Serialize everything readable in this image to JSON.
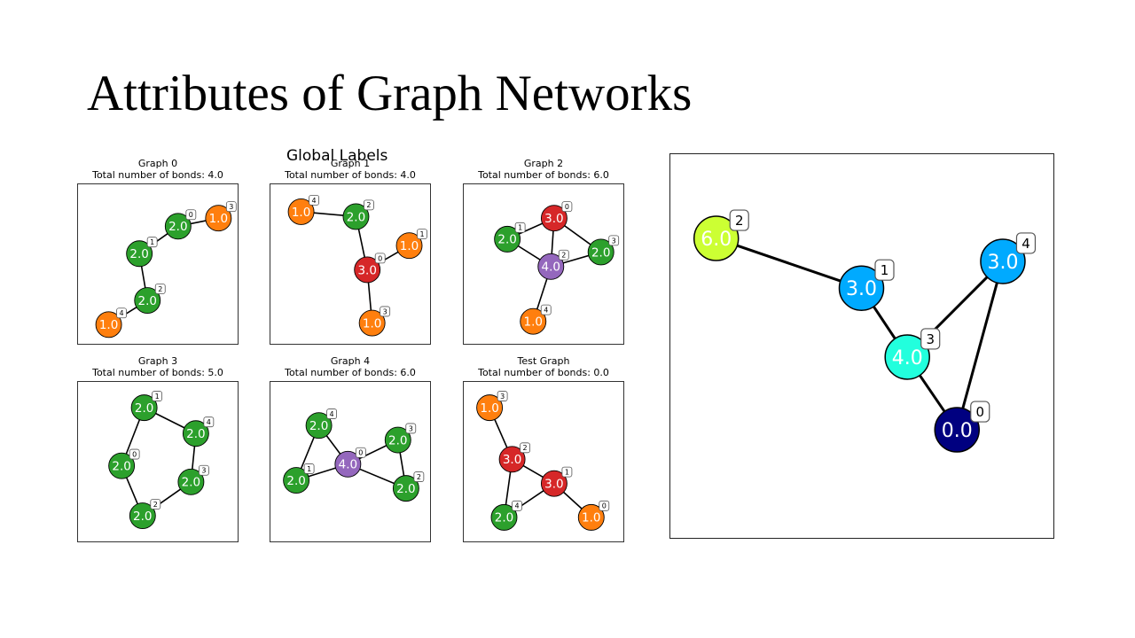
{
  "slide": {
    "title": "Attributes of Graph Networks",
    "global_labels_heading": "Global Labels"
  },
  "colors": {
    "1.0": "#ff7f0e",
    "2.0": "#2ca02c",
    "3.0": "#d62728",
    "4.0": "#9467bd",
    "edge": "#000000",
    "index_box_border": "#555555"
  },
  "panels": [
    {
      "title": "Graph 0",
      "subtitle": "Total number of bonds: 4.0",
      "nodes": [
        {
          "id": "0",
          "label": "2.0",
          "rx": 0.62,
          "ry": 0.26
        },
        {
          "id": "1",
          "label": "2.0",
          "rx": 0.38,
          "ry": 0.43
        },
        {
          "id": "2",
          "label": "2.0",
          "rx": 0.43,
          "ry": 0.72
        },
        {
          "id": "3",
          "label": "1.0",
          "rx": 0.87,
          "ry": 0.21
        },
        {
          "id": "4",
          "label": "1.0",
          "rx": 0.19,
          "ry": 0.87
        }
      ],
      "edges": [
        [
          "0",
          "1"
        ],
        [
          "0",
          "3"
        ],
        [
          "1",
          "2"
        ],
        [
          "2",
          "4"
        ]
      ]
    },
    {
      "title": "Graph 1",
      "subtitle": "Total number of bonds: 4.0",
      "nodes": [
        {
          "id": "0",
          "label": "3.0",
          "rx": 0.6,
          "ry": 0.53
        },
        {
          "id": "1",
          "label": "1.0",
          "rx": 0.86,
          "ry": 0.38
        },
        {
          "id": "2",
          "label": "2.0",
          "rx": 0.53,
          "ry": 0.2
        },
        {
          "id": "3",
          "label": "1.0",
          "rx": 0.63,
          "ry": 0.86
        },
        {
          "id": "4",
          "label": "1.0",
          "rx": 0.19,
          "ry": 0.17
        }
      ],
      "edges": [
        [
          "0",
          "1"
        ],
        [
          "0",
          "2"
        ],
        [
          "0",
          "3"
        ],
        [
          "2",
          "4"
        ]
      ]
    },
    {
      "title": "Graph 2",
      "subtitle": "Total number of bonds: 6.0",
      "nodes": [
        {
          "id": "0",
          "label": "3.0",
          "rx": 0.56,
          "ry": 0.21
        },
        {
          "id": "1",
          "label": "2.0",
          "rx": 0.27,
          "ry": 0.34
        },
        {
          "id": "2",
          "label": "4.0",
          "rx": 0.54,
          "ry": 0.51
        },
        {
          "id": "3",
          "label": "2.0",
          "rx": 0.85,
          "ry": 0.42
        },
        {
          "id": "4",
          "label": "1.0",
          "rx": 0.43,
          "ry": 0.85
        }
      ],
      "edges": [
        [
          "0",
          "1"
        ],
        [
          "0",
          "2"
        ],
        [
          "0",
          "3"
        ],
        [
          "1",
          "2"
        ],
        [
          "2",
          "3"
        ],
        [
          "2",
          "4"
        ]
      ]
    },
    {
      "title": "Graph 3",
      "subtitle": "Total number of bonds: 5.0",
      "nodes": [
        {
          "id": "0",
          "label": "2.0",
          "rx": 0.27,
          "ry": 0.52
        },
        {
          "id": "1",
          "label": "2.0",
          "rx": 0.41,
          "ry": 0.16
        },
        {
          "id": "2",
          "label": "2.0",
          "rx": 0.4,
          "ry": 0.83
        },
        {
          "id": "3",
          "label": "2.0",
          "rx": 0.7,
          "ry": 0.62
        },
        {
          "id": "4",
          "label": "2.0",
          "rx": 0.73,
          "ry": 0.32
        }
      ],
      "edges": [
        [
          "0",
          "1"
        ],
        [
          "0",
          "2"
        ],
        [
          "1",
          "4"
        ],
        [
          "4",
          "3"
        ],
        [
          "3",
          "2"
        ]
      ]
    },
    {
      "title": "Graph 4",
      "subtitle": "Total number of bonds: 6.0",
      "nodes": [
        {
          "id": "0",
          "label": "4.0",
          "rx": 0.48,
          "ry": 0.51
        },
        {
          "id": "1",
          "label": "2.0",
          "rx": 0.16,
          "ry": 0.61
        },
        {
          "id": "2",
          "label": "2.0",
          "rx": 0.84,
          "ry": 0.66
        },
        {
          "id": "3",
          "label": "2.0",
          "rx": 0.79,
          "ry": 0.36
        },
        {
          "id": "4",
          "label": "2.0",
          "rx": 0.3,
          "ry": 0.27
        }
      ],
      "edges": [
        [
          "0",
          "1"
        ],
        [
          "0",
          "2"
        ],
        [
          "0",
          "3"
        ],
        [
          "0",
          "4"
        ],
        [
          "1",
          "4"
        ],
        [
          "2",
          "3"
        ]
      ]
    },
    {
      "title": "Test Graph",
      "subtitle": "Total number of bonds: 0.0",
      "nodes": [
        {
          "id": "0",
          "label": "1.0",
          "rx": 0.79,
          "ry": 0.84
        },
        {
          "id": "1",
          "label": "3.0",
          "rx": 0.56,
          "ry": 0.63
        },
        {
          "id": "2",
          "label": "3.0",
          "rx": 0.3,
          "ry": 0.48
        },
        {
          "id": "3",
          "label": "1.0",
          "rx": 0.16,
          "ry": 0.16
        },
        {
          "id": "4",
          "label": "2.0",
          "rx": 0.25,
          "ry": 0.84
        }
      ],
      "edges": [
        [
          "0",
          "1"
        ],
        [
          "1",
          "2"
        ],
        [
          "1",
          "4"
        ],
        [
          "2",
          "3"
        ],
        [
          "2",
          "4"
        ]
      ]
    }
  ],
  "big_graph": {
    "nodes": [
      {
        "id": "0",
        "label": "0.0",
        "rx": 0.75,
        "ry": 0.72,
        "fill": "#000080"
      },
      {
        "id": "1",
        "label": "3.0",
        "rx": 0.5,
        "ry": 0.35,
        "fill": "#00aaff"
      },
      {
        "id": "2",
        "label": "6.0",
        "rx": 0.12,
        "ry": 0.22,
        "fill": "#ccff33"
      },
      {
        "id": "3",
        "label": "4.0",
        "rx": 0.62,
        "ry": 0.53,
        "fill": "#22ffdd"
      },
      {
        "id": "4",
        "label": "3.0",
        "rx": 0.87,
        "ry": 0.28,
        "fill": "#00aaff"
      }
    ],
    "edges": [
      [
        "1",
        "2"
      ],
      [
        "1",
        "3"
      ],
      [
        "3",
        "4"
      ],
      [
        "3",
        "0"
      ],
      [
        "4",
        "0"
      ]
    ]
  }
}
